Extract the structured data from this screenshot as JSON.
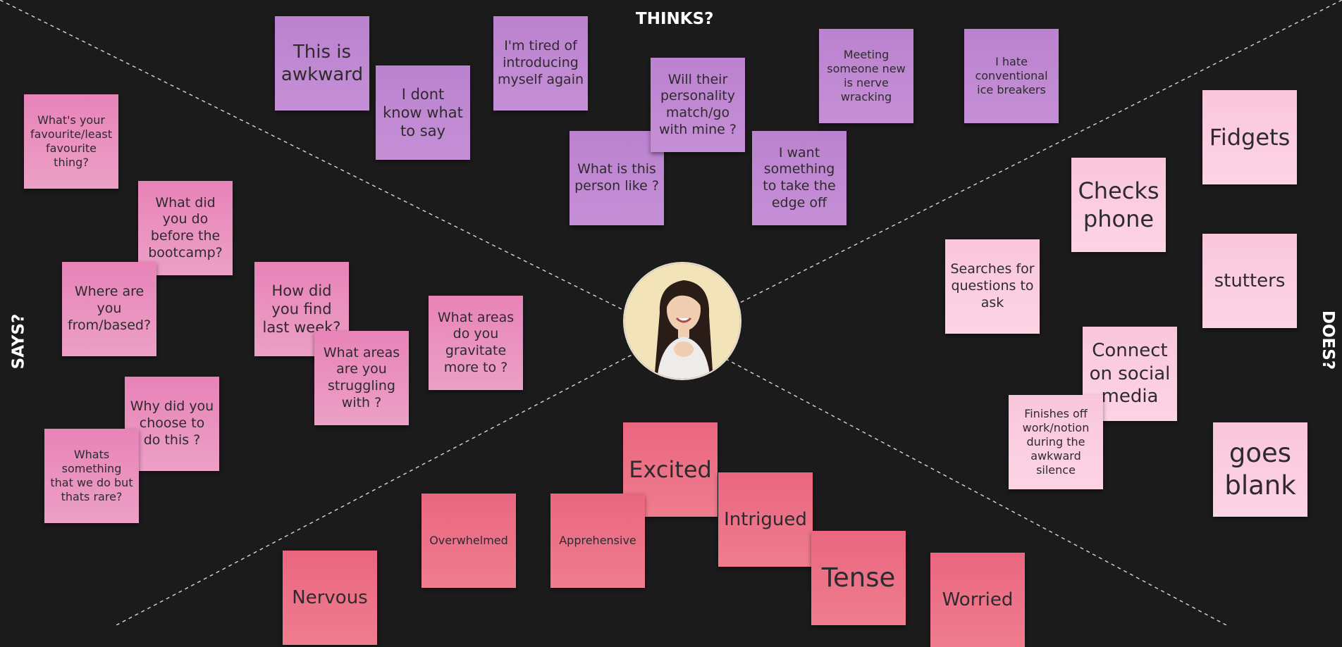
{
  "board": {
    "background": "#1c1b1c",
    "labels": {
      "thinks": "THINKS?",
      "says": "SAYS?",
      "does": "DOES?"
    },
    "avatar_alt": "person-photo"
  },
  "thinks_notes": [
    "This is awkward",
    "I dont know what to say",
    "I'm tired of introducing myself again",
    "What is this person like ?",
    "Will their personality match/go with mine ?",
    "I want something to take the edge off",
    "Meeting someone new is nerve wracking",
    "I hate conventional ice breakers"
  ],
  "says_notes": [
    "What's your favourite/least favourite thing?",
    "What did you do before the bootcamp?",
    "Where are you from/based?",
    "How did you find last week?",
    "What areas are you struggling with ?",
    "What areas do you gravitate more to ?",
    "Why did you choose to do this ?",
    "Whats something that we do but thats rare?"
  ],
  "does_notes": [
    "Fidgets",
    "Checks phone",
    "Searches for questions to ask",
    "stutters",
    "Connect on social media",
    "Finishes off work/notion during the awkward silence",
    "goes blank"
  ],
  "feels_notes": [
    "Excited",
    "Intrigued",
    "Overwhelmed",
    "Apprehensive",
    "Nervous",
    "Tense",
    "Worried"
  ],
  "colors": {
    "thinks": "#bb82cf",
    "says": "#e883b8",
    "does": "#fac6dc",
    "feels": "#ea6680"
  }
}
